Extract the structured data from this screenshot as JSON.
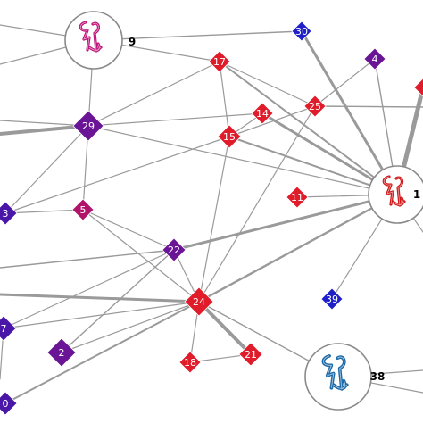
{
  "colors": {
    "edge": "#9a9a9a",
    "red": "#e01b2a",
    "magenta": "#b0146a",
    "purple": "#6a1596",
    "blue": "#1f1fc8",
    "violet": "#4a16a8",
    "protein_pink": "#c0147a",
    "protein_red": "#d01818",
    "protein_blue": "#1c6aa8"
  },
  "nodes": [
    {
      "id": "30",
      "label": "30",
      "color": "blue"
    },
    {
      "id": "17",
      "label": "17",
      "color": "red"
    },
    {
      "id": "4",
      "label": "4",
      "color": "purple"
    },
    {
      "id": "25",
      "label": "25",
      "color": "red"
    },
    {
      "id": "14",
      "label": "14",
      "color": "red"
    },
    {
      "id": "29",
      "label": "29",
      "color": "purple"
    },
    {
      "id": "15",
      "label": "15",
      "color": "red"
    },
    {
      "id": "11",
      "label": "11",
      "color": "red"
    },
    {
      "id": "3",
      "label": "3",
      "color": "violet"
    },
    {
      "id": "5",
      "label": "5",
      "color": "magenta"
    },
    {
      "id": "22",
      "label": "22",
      "color": "purple"
    },
    {
      "id": "24",
      "label": "24",
      "color": "red"
    },
    {
      "id": "39",
      "label": "39",
      "color": "blue"
    },
    {
      "id": "7",
      "label": "7",
      "color": "violet"
    },
    {
      "id": "2",
      "label": "2",
      "color": "purple"
    },
    {
      "id": "18",
      "label": "18",
      "color": "red"
    },
    {
      "id": "21",
      "label": "21",
      "color": "red"
    },
    {
      "id": "0",
      "label": "0",
      "color": "violet"
    },
    {
      "id": "r",
      "label": "",
      "color": "red"
    }
  ],
  "clusters": [
    {
      "id": "9",
      "label": "9",
      "protein_color": "protein_pink"
    },
    {
      "id": "1",
      "label": "1",
      "protein_color": "protein_red"
    },
    {
      "id": "38",
      "label": "38",
      "protein_color": "protein_blue"
    }
  ]
}
